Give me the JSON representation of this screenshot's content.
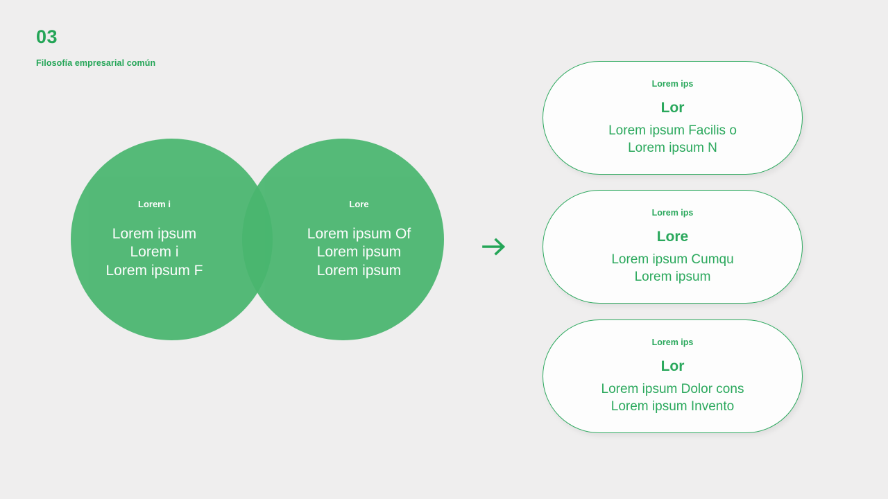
{
  "header": {
    "number": "03",
    "subtitle": "Filosofía empresarial común"
  },
  "colors": {
    "background": "#efeeee",
    "accent_green": "#24a557",
    "circle_fill": "#49b66f",
    "card_border": "#2aa85c",
    "card_background": "#fdfdfd",
    "circle_text": "#ffffff"
  },
  "venn": {
    "left": {
      "label": "Lorem i",
      "body_lines": [
        "Lorem ipsum",
        "Lorem i",
        "Lorem ipsum F"
      ]
    },
    "right": {
      "label": "Lore",
      "body_lines": [
        "Lorem ipsum Of",
        "Lorem ipsum",
        "Lorem ipsum"
      ]
    }
  },
  "arrow": {
    "icon": "arrow-right-icon"
  },
  "cards": [
    {
      "eyebrow": "Lorem ips",
      "title": "Lor",
      "body_lines": [
        "Lorem ipsum Facilis o",
        "Lorem ipsum N"
      ]
    },
    {
      "eyebrow": "Lorem ips",
      "title": "Lore",
      "body_lines": [
        "Lorem ipsum Cumqu",
        "Lorem ipsum"
      ]
    },
    {
      "eyebrow": "Lorem ips",
      "title": "Lor",
      "body_lines": [
        "Lorem ipsum Dolor cons",
        "Lorem ipsum Invento"
      ]
    }
  ]
}
